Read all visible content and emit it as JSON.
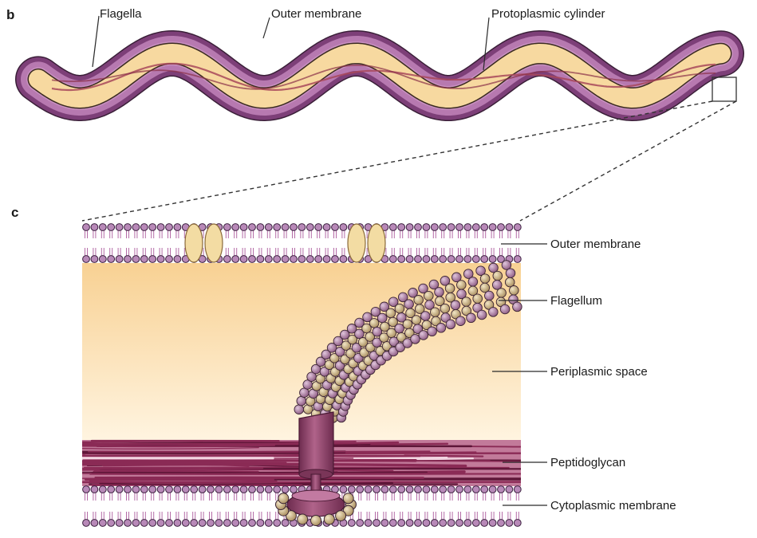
{
  "panel_b": {
    "letter": "b",
    "labels": {
      "flagella": "Flagella",
      "outer_membrane": "Outer membrane",
      "protoplasmic_cylinder": "Protoplasmic cylinder"
    }
  },
  "panel_c": {
    "letter": "c",
    "labels": {
      "outer_membrane": "Outer membrane",
      "flagellum": "Flagellum",
      "periplasmic_space": "Periplasmic space",
      "peptidoglycan": "Peptidoglycan",
      "cytoplasmic_membrane": "Cytoplasmic membrane"
    }
  },
  "colors": {
    "outer_membrane": "#b779b0",
    "outer_membrane_dark": "#7d3f78",
    "protoplasmic_cylinder": "#f7d9a0",
    "flagella": "#a8485a",
    "periplasm_top": "#f8d193",
    "periplasm_bottom": "#fff4e0",
    "peptidoglycan": "#8a2a55",
    "lipid_head": "#b889b8",
    "flagellum_bead_dark": "#9a6a8a",
    "flagellum_bead_light": "#c9b184",
    "motor": "#9b4e72",
    "protein": "#f3dca3"
  }
}
